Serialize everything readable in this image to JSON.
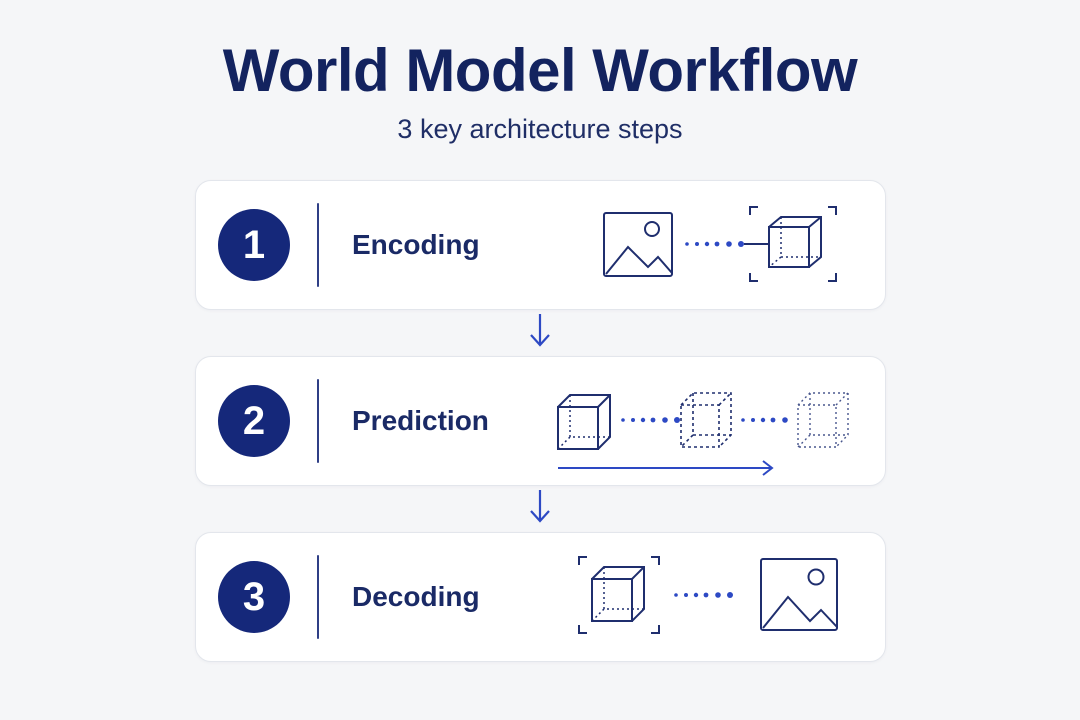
{
  "header": {
    "title": "World Model Workflow",
    "subtitle": "3 key architecture steps"
  },
  "steps": [
    {
      "number": "1",
      "label": "Encoding",
      "illustration": [
        "image-icon",
        "dotted-connector",
        "cube-in-frame-icon"
      ]
    },
    {
      "number": "2",
      "label": "Prediction",
      "illustration": [
        "cube-icon",
        "dotted-connector",
        "dashed-cube-icon",
        "dotted-connector",
        "dashed-cube-icon",
        "time-arrow"
      ]
    },
    {
      "number": "3",
      "label": "Decoding",
      "illustration": [
        "cube-in-frame-icon",
        "dotted-connector",
        "image-icon"
      ]
    }
  ],
  "colors": {
    "primary": "#15287a",
    "text": "#13235f",
    "accent": "#2d49c4",
    "background": "#f5f6f8",
    "card": "#ffffff"
  }
}
